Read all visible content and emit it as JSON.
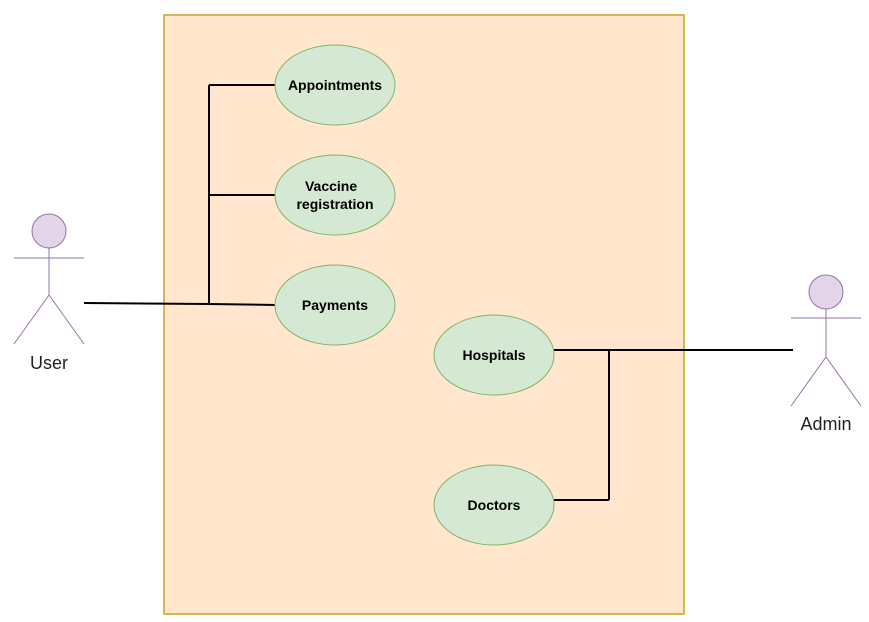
{
  "colors": {
    "system_fill": "#ffe6cc",
    "system_border": "#d6b656",
    "usecase_fill": "#d5e8d4",
    "usecase_border": "#82b366",
    "actor_fill": "#e1d5e7",
    "actor_stroke": "#9673a6",
    "connector": "#000000"
  },
  "actors": {
    "user": {
      "label": "User",
      "icon": "stick-figure-icon"
    },
    "admin": {
      "label": "Admin",
      "icon": "stick-figure-icon"
    }
  },
  "use_cases": {
    "appointments": {
      "label": "Appointments"
    },
    "vaccine_registration": {
      "label_line1": "Vaccine",
      "label_line2": "registration"
    },
    "payments": {
      "label": "Payments"
    },
    "hospitals": {
      "label": "Hospitals"
    },
    "doctors": {
      "label": "Doctors"
    }
  }
}
